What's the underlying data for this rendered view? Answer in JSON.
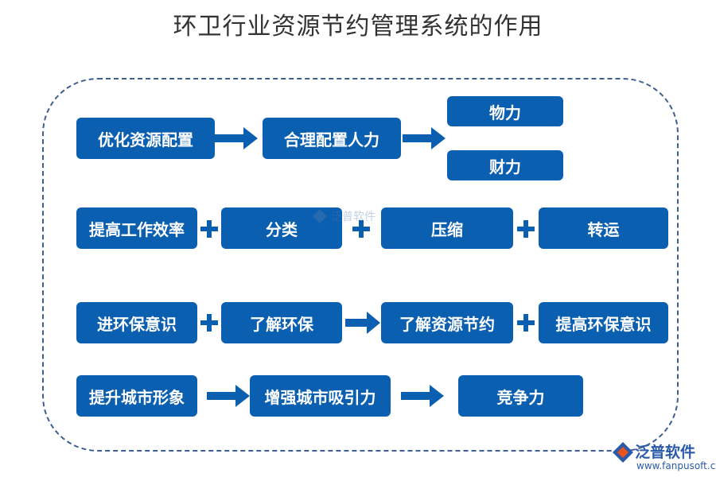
{
  "title": "环卫行业资源节约管理系统的作用",
  "rows": [
    {
      "items": [
        "优化资源配置",
        "合理配置人力"
      ],
      "branches": [
        "物力",
        "财力"
      ]
    },
    {
      "items": [
        "提高工作效率",
        "分类",
        "压缩",
        "转运"
      ]
    },
    {
      "items": [
        "进环保意识",
        "了解环保",
        "了解资源节约",
        "提高环保意识"
      ]
    },
    {
      "items": [
        "提升城市形象",
        "增强城市吸引力",
        "竞争力"
      ]
    }
  ],
  "watermark": "泛普软件",
  "brand": {
    "name": "泛普软件",
    "url": "www.fanpusoft.com"
  },
  "colors": {
    "box": "#0b5fb0",
    "frame": "#3d5f8f",
    "text": "#ffffff"
  }
}
